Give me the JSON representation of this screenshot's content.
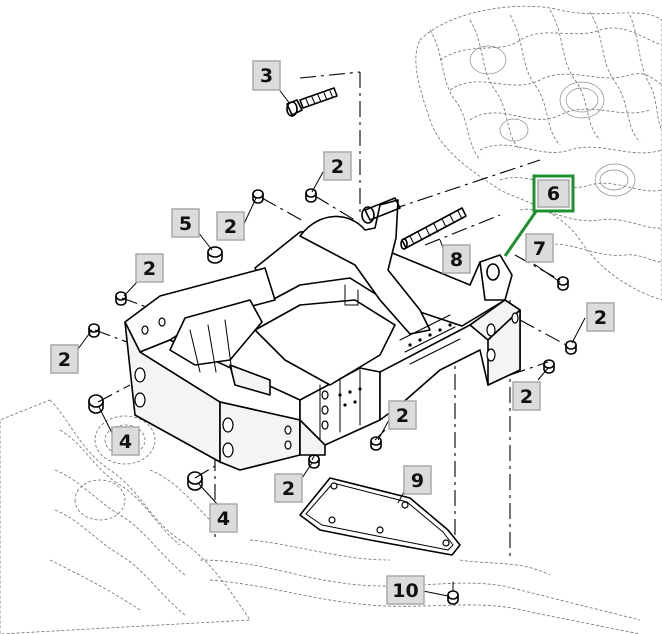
{
  "diagram": {
    "highlight_color": "#1f8f2f",
    "callout_fill": "#dcdcdc",
    "callouts": [
      {
        "id": "c3",
        "label": "3"
      },
      {
        "id": "c2a",
        "label": "2"
      },
      {
        "id": "c5",
        "label": "5"
      },
      {
        "id": "c2b",
        "label": "2"
      },
      {
        "id": "c2c",
        "label": "2"
      },
      {
        "id": "c2d",
        "label": "2"
      },
      {
        "id": "c4a",
        "label": "4"
      },
      {
        "id": "c6",
        "label": "6"
      },
      {
        "id": "c7",
        "label": "7"
      },
      {
        "id": "c8",
        "label": "8"
      },
      {
        "id": "c2e",
        "label": "2"
      },
      {
        "id": "c2f",
        "label": "2"
      },
      {
        "id": "c2g",
        "label": "2"
      },
      {
        "id": "c2h",
        "label": "2"
      },
      {
        "id": "c4b",
        "label": "4"
      },
      {
        "id": "c9",
        "label": "9"
      },
      {
        "id": "c10",
        "label": "10"
      }
    ]
  }
}
